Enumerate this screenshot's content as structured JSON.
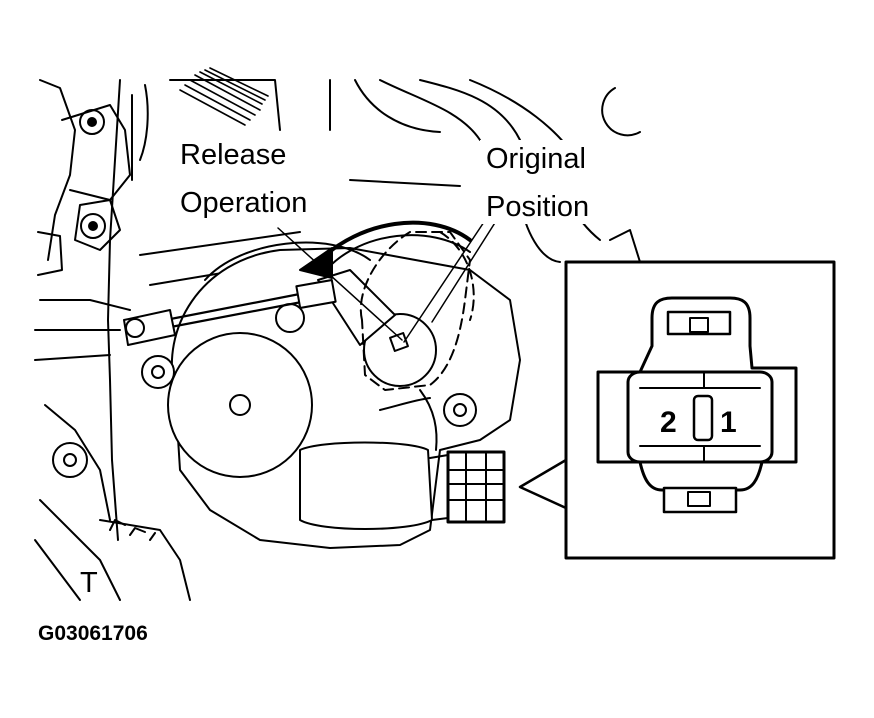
{
  "labels": {
    "release_line1": "Release",
    "release_line2": "Operation",
    "original_line1": "Original",
    "original_line2": "Position",
    "pin_2": "2",
    "pin_1": "1",
    "corner_t": "T",
    "figure_code": "G03061706"
  },
  "colors": {
    "ink": "#000000",
    "paper": "#ffffff"
  }
}
